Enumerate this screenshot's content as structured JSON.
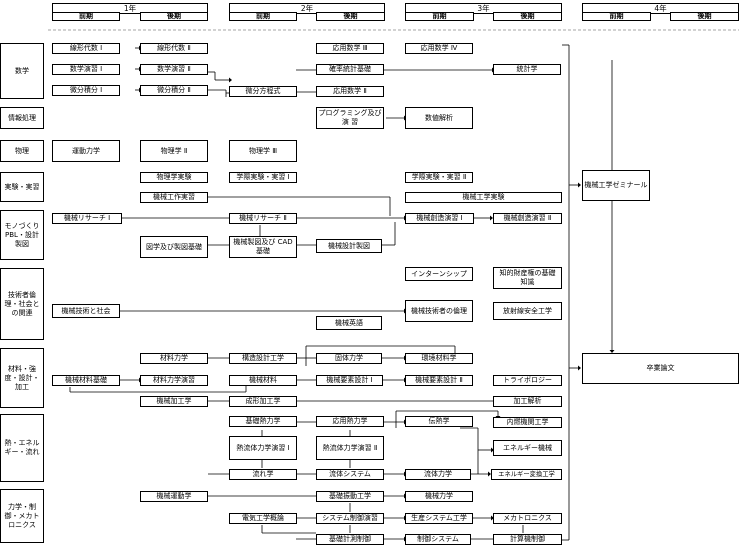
{
  "header": {
    "years": [
      "1年",
      "2年",
      "3年",
      "4年"
    ],
    "early": "前期",
    "late": "後期"
  },
  "categories": [
    {
      "id": "math",
      "label": "数学"
    },
    {
      "id": "info",
      "label": "情報処理"
    },
    {
      "id": "physics",
      "label": "物理"
    },
    {
      "id": "lab",
      "label": "実験・実習"
    },
    {
      "id": "mono",
      "label": "モノづくり PBL・設計 製図"
    },
    {
      "id": "ethics",
      "label": "技術者倫理・社会との関連"
    },
    {
      "id": "materials",
      "label": "材料・強度・設計・加工"
    },
    {
      "id": "thermo",
      "label": "熱・エネルギー・流れ"
    },
    {
      "id": "dynamics",
      "label": "力学・制御・メカトロニクス"
    }
  ],
  "courses": {
    "linalg1": "線形代数 Ⅰ",
    "linalg2": "線形代数 Ⅱ",
    "appmath3": "応用数学 Ⅲ",
    "appmath4": "応用数学 Ⅳ",
    "mathex1": "数学演習 Ⅰ",
    "mathex2": "数学演習 Ⅱ",
    "prob": "確率統計基礎",
    "stats": "統計学",
    "calc1": "微分積分 Ⅰ",
    "calc2": "微分積分 Ⅱ",
    "diffeq": "微分方程式",
    "appmath2": "応用数学 Ⅱ",
    "prog": "プログラミング及び演 習",
    "numanal": "数値解析",
    "kinetics": "運動力学",
    "phys2": "物理学 Ⅱ",
    "phys3": "物理学 Ⅲ",
    "physlab": "物理学実験",
    "scilab1": "学際実験・実習 Ⅰ",
    "scilab2": "学際実験・実習 Ⅱ",
    "workshop": "機械工作実習",
    "mechlab": "機械工学実験",
    "seminar": "機械工学ゼミナール",
    "research1": "機械リサーチ Ⅰ",
    "research2": "機械リサーチ Ⅱ",
    "create1": "機械創造演習 Ⅰ",
    "create2": "機械創造演習 Ⅱ",
    "drawing": "図学及び製図基礎",
    "cad": "機械製図及び CAD 基礎",
    "design": "機械設計製図",
    "intern": "インターンシップ",
    "ip": "知的財産権の基礎 知識",
    "techsoc": "機械技術と社会",
    "ethics": "機械技術者の倫理",
    "radsafety": "放射線安全工学",
    "english": "機械英語",
    "thesis": "卒業論文",
    "matmech": "材料力学",
    "struct": "構造設計工学",
    "solid": "固体力学",
    "envmat": "環境材料学",
    "matbase": "機械材料基礎",
    "matex": "材料力学演習",
    "mechmat": "機械材料",
    "elem1": "機械要素設計 Ⅰ",
    "elem2": "機械要素設計 Ⅱ",
    "tribo": "トライボロジー",
    "machining": "機械加工学",
    "forming": "成形加工学",
    "procanal": "加工解析",
    "basethermo": "基礎熱力学",
    "appthermo": "応用熱力学",
    "heattrans": "伝熱学",
    "engine": "内燃機関工学",
    "tfex1": "熱流体力学演習 Ⅰ",
    "tfex2": "熱流体力学演習 Ⅱ",
    "energymach": "エネルギー機械",
    "flow": "流れ学",
    "fluidsys": "流体システム",
    "fluidmech": "流体力学",
    "energyconv": "エネルギー変換工学",
    "mechdyn": "機械運動学",
    "vibration": "基礎振動工学",
    "machdyn": "機械力学",
    "electric": "電気工学概論",
    "ctrlex": "システム制御演習",
    "prodsys": "生産システム工学",
    "mechatro": "メカトロニクス",
    "measctrl": "基礎計測制御",
    "ctrlsys": "制御システム",
    "compctrl": "計算機制御"
  }
}
